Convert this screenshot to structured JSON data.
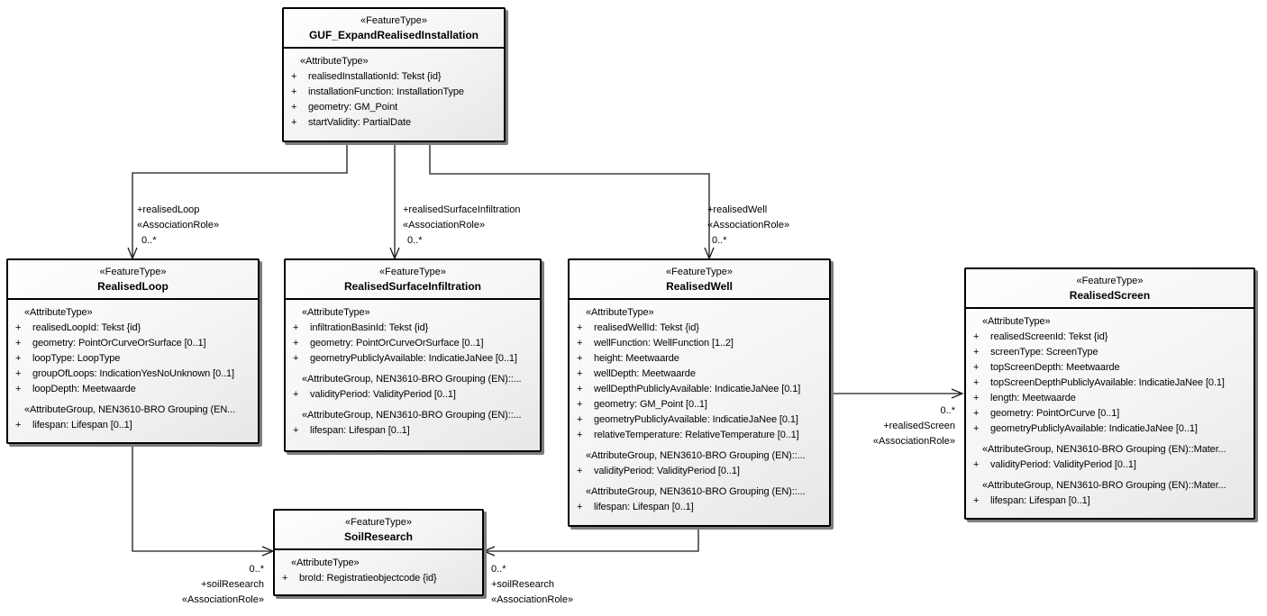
{
  "diagram": {
    "background": "#ffffff",
    "line_color": "#1a1a1a",
    "shadow_color": "#7d7d7d"
  },
  "classes": [
    {
      "stereotype": "«FeatureType»",
      "name": "GUF_ExpandRealisedInstallation",
      "rows": [
        {
          "prefix": "",
          "text": "«AttributeType»"
        },
        {
          "prefix": "+",
          "text": "realisedInstallationId: Tekst {id}"
        },
        {
          "prefix": "+",
          "text": "installationFunction: InstallationType"
        },
        {
          "prefix": "+",
          "text": "geometry: GM_Point"
        },
        {
          "prefix": "+",
          "text": "startValidity: PartialDate"
        }
      ]
    },
    {
      "stereotype": "«FeatureType»",
      "name": "RealisedLoop",
      "rows": [
        {
          "prefix": "",
          "text": "«AttributeType»"
        },
        {
          "prefix": "+",
          "text": "realisedLoopId: Tekst {id}"
        },
        {
          "prefix": "+",
          "text": "geometry: PointOrCurveOrSurface [0..1]"
        },
        {
          "prefix": "+",
          "text": "loopType: LoopType"
        },
        {
          "prefix": "+",
          "text": "groupOfLoops: IndicationYesNoUnknown [0..1]"
        },
        {
          "prefix": "+",
          "text": "loopDepth: Meetwaarde"
        },
        {
          "prefix": "",
          "text": "«AttributeGroup, NEN3610-BRO Grouping (EN..."
        },
        {
          "prefix": "+",
          "text": "lifespan: Lifespan [0..1]"
        }
      ]
    },
    {
      "stereotype": "«FeatureType»",
      "name": "RealisedSurfaceInfiltration",
      "rows": [
        {
          "prefix": "",
          "text": "«AttributeType»"
        },
        {
          "prefix": "+",
          "text": "infiltrationBasinId: Tekst {id}"
        },
        {
          "prefix": "+",
          "text": "geometry: PointOrCurveOrSurface [0..1]"
        },
        {
          "prefix": "+",
          "text": "geometryPubliclyAvailable: IndicatieJaNee [0..1]"
        },
        {
          "prefix": "",
          "text": "«AttributeGroup, NEN3610-BRO Grouping (EN)::..."
        },
        {
          "prefix": "+",
          "text": "validityPeriod: ValidityPeriod [0..1]"
        },
        {
          "prefix": "",
          "text": "«AttributeGroup, NEN3610-BRO Grouping (EN)::..."
        },
        {
          "prefix": "+",
          "text": "lifespan: Lifespan [0..1]"
        }
      ]
    },
    {
      "stereotype": "«FeatureType»",
      "name": "RealisedWell",
      "rows": [
        {
          "prefix": "",
          "text": "«AttributeType»"
        },
        {
          "prefix": "+",
          "text": "realisedWellId: Tekst {id}"
        },
        {
          "prefix": "+",
          "text": "wellFunction: WellFunction [1..2]"
        },
        {
          "prefix": "+",
          "text": "height: Meetwaarde"
        },
        {
          "prefix": "+",
          "text": "wellDepth: Meetwaarde"
        },
        {
          "prefix": "+",
          "text": "wellDepthPubliclyAvailable: IndicatieJaNee [0.1]"
        },
        {
          "prefix": "+",
          "text": "geometry: GM_Point [0..1]"
        },
        {
          "prefix": "+",
          "text": "geometryPubliclyAvailable: IndicatieJaNee [0.1]"
        },
        {
          "prefix": "+",
          "text": "relativeTemperature: RelativeTemperature [0..1]"
        },
        {
          "prefix": "",
          "text": "«AttributeGroup, NEN3610-BRO Grouping (EN)::..."
        },
        {
          "prefix": "+",
          "text": "validityPeriod: ValidityPeriod [0..1]"
        },
        {
          "prefix": "",
          "text": "«AttributeGroup, NEN3610-BRO Grouping (EN)::..."
        },
        {
          "prefix": "+",
          "text": "lifespan: Lifespan [0..1]"
        }
      ]
    },
    {
      "stereotype": "«FeatureType»",
      "name": "RealisedScreen",
      "rows": [
        {
          "prefix": "",
          "text": "«AttributeType»"
        },
        {
          "prefix": "+",
          "text": "realisedScreenId: Tekst {id}"
        },
        {
          "prefix": "+",
          "text": "screenType: ScreenType"
        },
        {
          "prefix": "+",
          "text": "topScreenDepth: Meetwaarde"
        },
        {
          "prefix": "+",
          "text": "topScreenDepthPubliclyAvailable: IndicatieJaNee [0.1]"
        },
        {
          "prefix": "+",
          "text": "length: Meetwaarde"
        },
        {
          "prefix": "+",
          "text": "geometry: PointOrCurve [0..1]"
        },
        {
          "prefix": "+",
          "text": "geometryPubliclyAvailable: IndicatieJaNee [0..1]"
        },
        {
          "prefix": "",
          "text": "«AttributeGroup, NEN3610-BRO Grouping (EN)::Mater..."
        },
        {
          "prefix": "+",
          "text": "validityPeriod: ValidityPeriod [0..1]"
        },
        {
          "prefix": "",
          "text": "«AttributeGroup, NEN3610-BRO Grouping (EN)::Mater..."
        },
        {
          "prefix": "+",
          "text": "lifespan: Lifespan [0..1]"
        }
      ]
    },
    {
      "stereotype": "«FeatureType»",
      "name": "SoilResearch",
      "rows": [
        {
          "prefix": "",
          "text": "«AttributeType»"
        },
        {
          "prefix": "+",
          "text": "broId: Registratieobjectcode {id}"
        }
      ]
    }
  ],
  "associations": [
    {
      "role": "+realisedLoop",
      "stereotype": "«AssociationRole»",
      "multiplicity": "0..*"
    },
    {
      "role": "+realisedSurfaceInfiltration",
      "stereotype": "«AssociationRole»",
      "multiplicity": "0..*"
    },
    {
      "role": "+realisedWell",
      "stereotype": "«AssociationRole»",
      "multiplicity": "0..*"
    },
    {
      "role": "+realisedScreen",
      "stereotype": "«AssociationRole»",
      "multiplicity": "0..*"
    },
    {
      "role": "+soilResearch",
      "stereotype": "«AssociationRole»",
      "multiplicity": "0..*"
    },
    {
      "role": "+soilResearch",
      "stereotype": "«AssociationRole»",
      "multiplicity": "0..*"
    }
  ]
}
